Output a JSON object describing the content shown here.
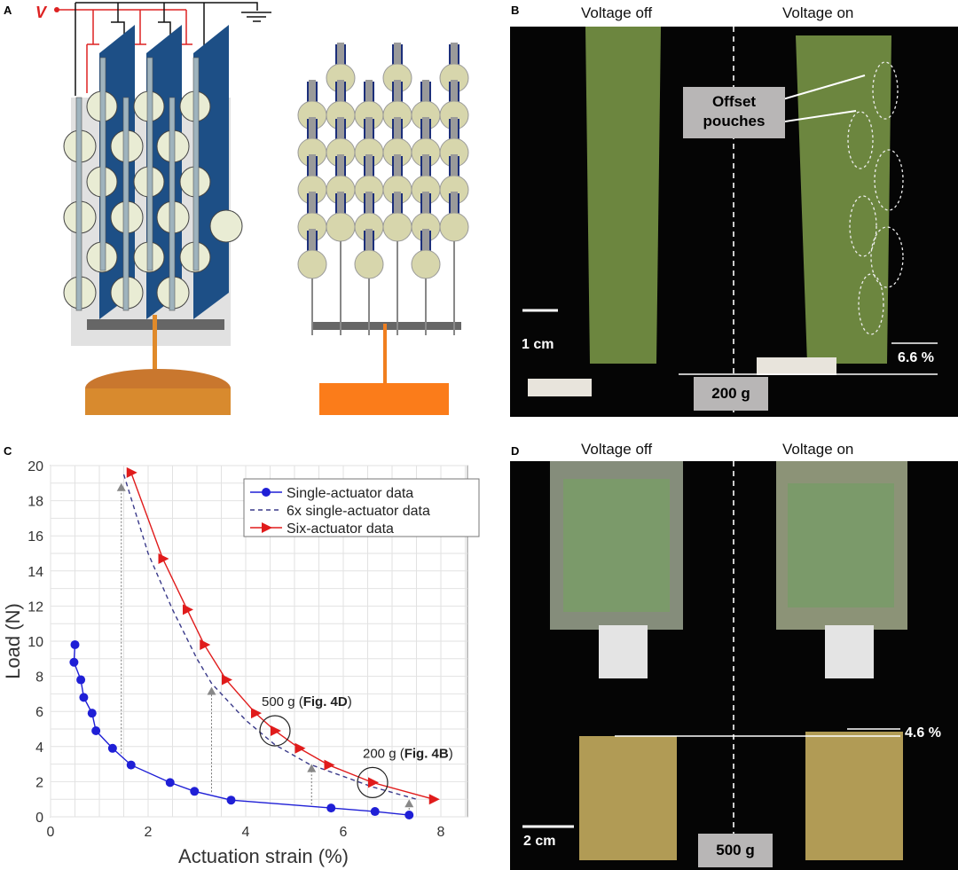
{
  "panels": {
    "a": {
      "label": "A",
      "voltage": "V"
    },
    "b": {
      "label": "B",
      "off": "Voltage off",
      "on": "Voltage on",
      "callout": "Offset pouches",
      "scale": "1 cm",
      "strain": "6.6 %",
      "mass": "200 g"
    },
    "c": {
      "label": "C"
    },
    "d": {
      "label": "D",
      "off": "Voltage off",
      "on": "Voltage on",
      "scale": "2 cm",
      "strain": "4.6 %",
      "mass": "500 g"
    }
  },
  "chart_data": {
    "type": "line",
    "xlabel": "Actuation strain (%)",
    "ylabel": "Load (N)",
    "xlim": [
      0,
      8
    ],
    "ylim": [
      0,
      20
    ],
    "xticks": [
      "0",
      "2",
      "4",
      "6",
      "8"
    ],
    "yticks": [
      "0",
      "2",
      "4",
      "6",
      "8",
      "10",
      "12",
      "14",
      "16",
      "18",
      "20"
    ],
    "grid": true,
    "legend_position": "top-right",
    "series": [
      {
        "name": "Single-actuator data",
        "color": "#1f1fd6",
        "style": "solid-circle",
        "x": [
          0.5,
          0.48,
          0.62,
          0.68,
          0.85,
          0.93,
          1.27,
          1.65,
          2.45,
          2.95,
          3.7,
          5.75,
          6.65,
          7.35
        ],
        "y": [
          9.8,
          8.8,
          7.8,
          6.8,
          5.9,
          4.9,
          3.9,
          2.95,
          1.95,
          1.45,
          0.95,
          0.5,
          0.3,
          0.1
        ]
      },
      {
        "name": "6x single-actuator data",
        "color": "#3a3a8a",
        "style": "dashed",
        "x": [
          1.5,
          2.0,
          2.5,
          3.0,
          3.3,
          4.0,
          4.6,
          5.3,
          6.0,
          6.6,
          7.5
        ],
        "y": [
          19.5,
          15,
          11.8,
          9,
          7.6,
          5.5,
          4.1,
          3,
          2.3,
          1.7,
          1.0
        ]
      },
      {
        "name": "Six-actuator data",
        "color": "#e01b1b",
        "style": "solid-triangle",
        "x": [
          1.65,
          2.3,
          2.8,
          3.15,
          3.6,
          4.2,
          4.6,
          5.1,
          5.7,
          6.6,
          7.85
        ],
        "y": [
          19.6,
          14.7,
          11.8,
          9.8,
          7.8,
          5.9,
          4.9,
          3.9,
          2.95,
          1.95,
          1.0
        ]
      }
    ],
    "arrows": [
      {
        "x": 1.45,
        "from": 3.6,
        "to": 19
      },
      {
        "x": 3.3,
        "from": 1.4,
        "to": 7.4
      },
      {
        "x": 5.35,
        "from": 0.7,
        "to": 3
      },
      {
        "x": 7.35,
        "from": 0.2,
        "to": 1
      }
    ],
    "annotations": [
      {
        "text": "500 g (",
        "bold": "Fig. 4D",
        "close": ")",
        "x": 4.6,
        "y": 4.9
      },
      {
        "text": "200 g (",
        "bold": "Fig. 4B",
        "close": ")",
        "x": 6.6,
        "y": 1.95
      }
    ]
  }
}
